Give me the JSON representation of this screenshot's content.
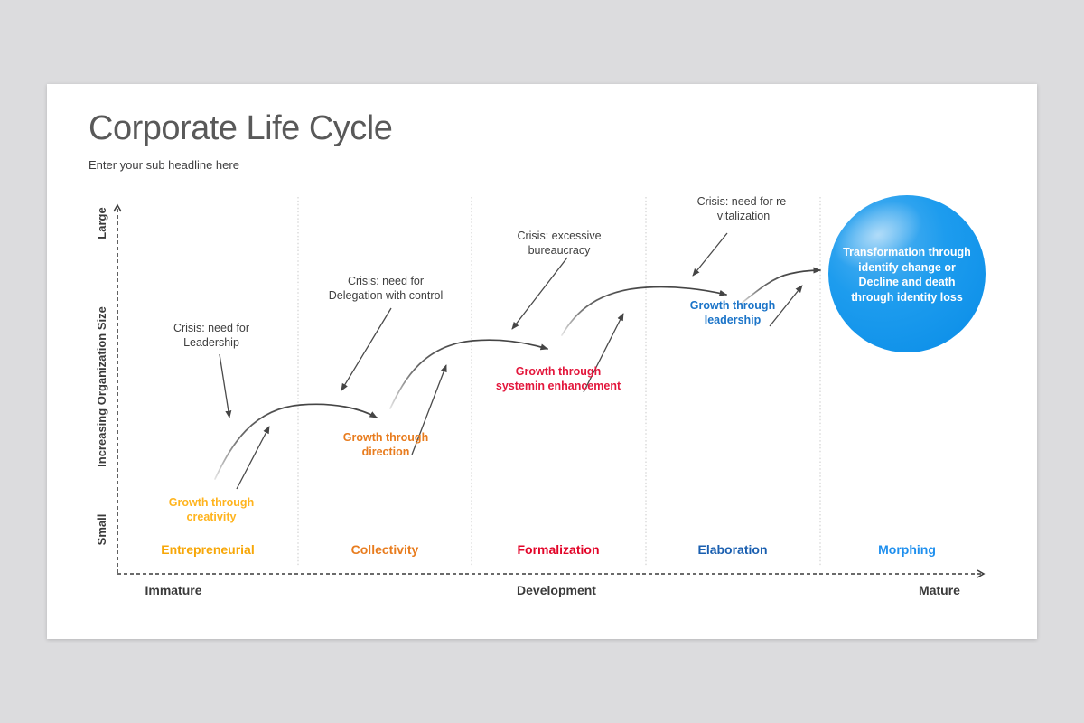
{
  "page": {
    "background": "#dcdcde"
  },
  "slide": {
    "title": "Corporate Life Cycle",
    "subtitle": "Enter your sub headline here"
  },
  "axes": {
    "y_label_top": "Large",
    "y_label_mid": "Increasing Organization Size",
    "y_label_bottom": "Small",
    "x_label_left": "Immature",
    "x_label_mid": "Development",
    "x_label_right": "Mature"
  },
  "stages": [
    {
      "name": "Entrepreneurial",
      "name_color": "#F7A708",
      "growth": "Growth through\ncreativity",
      "growth_color": "#FFB41E",
      "crisis": "Crisis: need for\nLeadership"
    },
    {
      "name": "Collectivity",
      "name_color": "#E87C1E",
      "growth": "Growth through\ndirection",
      "growth_color": "#E87C1E",
      "crisis": "Crisis: need for\nDelegation with control"
    },
    {
      "name": "Formalization",
      "name_color": "#E20428",
      "growth": "Growth through\nsystemin enhancement",
      "growth_color": "#E3173C",
      "crisis": "Crisis: excessive\nbureaucracy"
    },
    {
      "name": "Elaboration",
      "name_color": "#1A5FB0",
      "growth": "Growth through\nleadership",
      "growth_color": "#1B74C8",
      "crisis": "Crisis: need for re-\nvitalization"
    },
    {
      "name": "Morphing",
      "name_color": "#1E8FEE"
    }
  ],
  "terminal": {
    "text": "Transformation through\nidentify change  or\nDecline and death\nthrough identity loss",
    "fill_color": "#189AEC",
    "text_color": "#FFFFFF"
  },
  "line_colors": {
    "axis": "#3a3a3a",
    "separator": "#c9c9c9",
    "curve": "#4a4a4a"
  }
}
